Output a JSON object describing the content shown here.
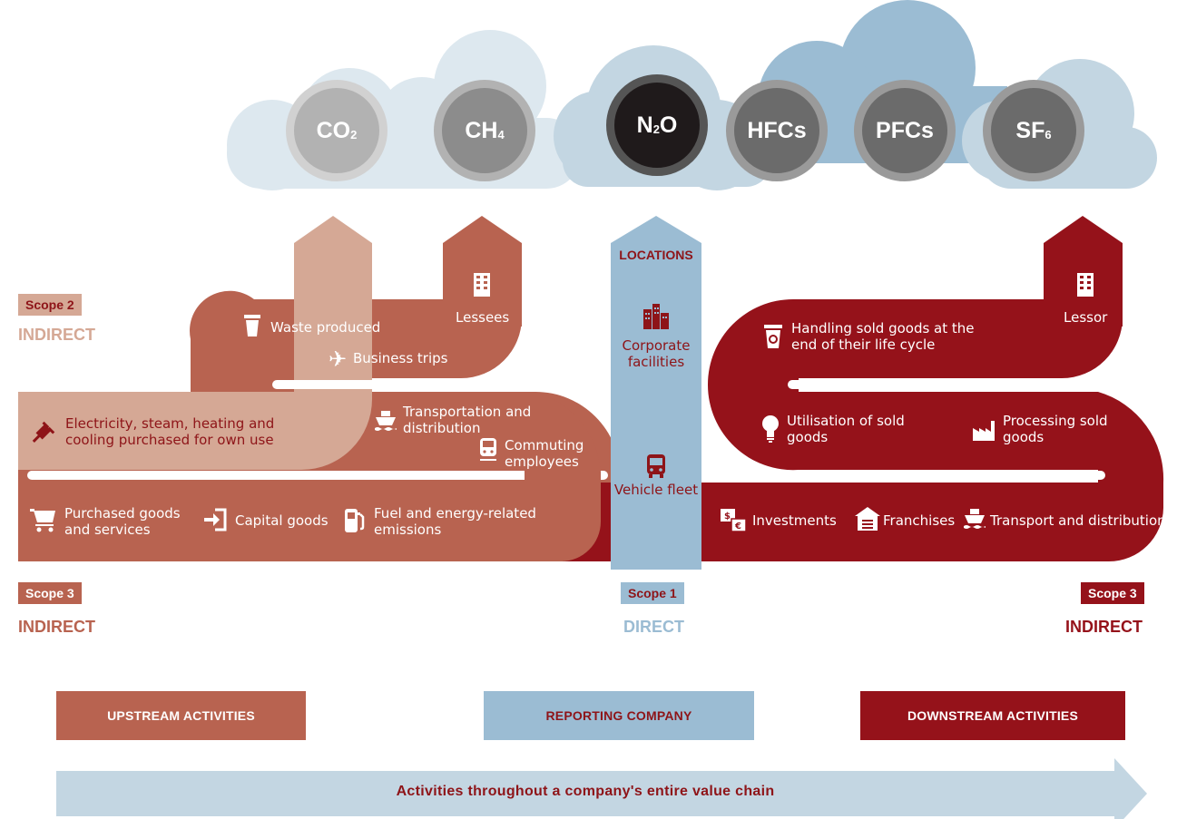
{
  "colors": {
    "upstream": "#b86350",
    "upstream_light": "#d5a895",
    "reporting": "#9bbcd3",
    "downstream": "#95121a",
    "cloud_light": "#dde8ef",
    "cloud_mid": "#c3d6e2",
    "cloud_dark": "#9bbcd3"
  },
  "gases": [
    {
      "base": "CO",
      "sub": "2",
      "fill": "#b2b2b2",
      "ring": "#d1d1d1"
    },
    {
      "base": "CH",
      "sub": "4",
      "fill": "#8c8c8c",
      "ring": "#b2b2b2"
    },
    {
      "base": "N",
      "sub": "2",
      "tail": "O",
      "fill": "#1f1a1b",
      "ring": "#555555"
    },
    {
      "base": "HFCs",
      "sub": "",
      "fill": "#6b6b6b",
      "ring": "#9a9a9a"
    },
    {
      "base": "PFCs",
      "sub": "",
      "fill": "#6b6b6b",
      "ring": "#9a9a9a"
    },
    {
      "base": "SF",
      "sub": "6",
      "fill": "#6b6b6b",
      "ring": "#9a9a9a"
    }
  ],
  "scope2": {
    "badge": "Scope 2",
    "word": "INDIRECT"
  },
  "scope3_left": {
    "badge": "Scope 3",
    "word": "INDIRECT"
  },
  "scope1": {
    "badge": "Scope 1",
    "word": "DIRECT"
  },
  "scope3_right": {
    "badge": "Scope 3",
    "word": "INDIRECT"
  },
  "locations_title": "LOCATIONS",
  "upstream_items": {
    "waste": "Waste produced",
    "lessees": "Lessees",
    "business_trips": "Business trips",
    "electricity": "Electricity, steam, heating and cooling purchased for own use",
    "transportation": "Transportation and distribution",
    "commuting": "Commuting employees",
    "purchased": "Purchased  goods and services",
    "capital": "Capital goods",
    "fuel": "Fuel and energy-related emissions"
  },
  "reporting_items": {
    "facilities": "Corporate facilities",
    "fleet": "Vehicle fleet"
  },
  "downstream_items": {
    "handling": "Handling sold  goods at the end of their life cycle",
    "lessor": "Lessor",
    "utilisation": "Utilisation of sold goods",
    "processing": "Processing sold goods",
    "investments": "Investments",
    "franchises": "Franchises",
    "transport": "Transport and distribution"
  },
  "boxes": {
    "upstream": "UPSTREAM ACTIVITIES",
    "reporting": "REPORTING COMPANY",
    "downstream": "DOWNSTREAM ACTIVITIES"
  },
  "arrow_caption": "Activities throughout a company's entire value chain"
}
